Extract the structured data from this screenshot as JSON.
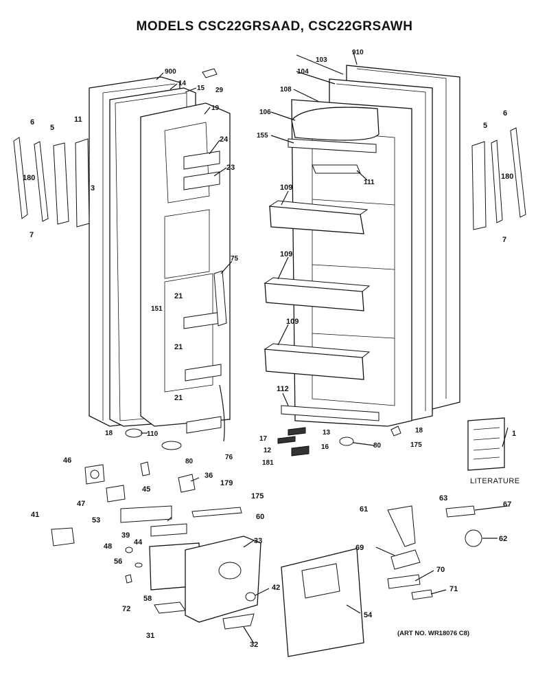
{
  "title": "MODELS CSC22GRSAAD, CSC22GRSAWH",
  "art_no": "(ART NO. WR18076 C8)",
  "literature_label": "LITERATURE",
  "callouts": {
    "c900": "900",
    "c14": "14",
    "c15": "15",
    "c29": "29",
    "c19": "19",
    "c11": "11",
    "c6l": "6",
    "c5l": "5",
    "c180l": "180",
    "c3": "3",
    "c7l": "7",
    "c24": "24",
    "c23": "23",
    "c75": "75",
    "c151": "151",
    "c21a": "21",
    "c21b": "21",
    "c21c": "21",
    "c18l": "18",
    "c110": "110",
    "c80l": "80",
    "c76": "76",
    "c910": "910",
    "c103": "103",
    "c104": "104",
    "c108": "108",
    "c106": "106",
    "c155": "155",
    "c111": "111",
    "c109a": "109",
    "c109b": "109",
    "c109c": "109",
    "c112": "112",
    "c18r": "18",
    "c13": "13",
    "c17": "17",
    "c16": "16",
    "c12": "12",
    "c181": "181",
    "c80r": "80",
    "c175r": "175",
    "c1": "1",
    "c6r": "6",
    "c5r": "5",
    "c180r": "180",
    "c7r": "7",
    "c46": "46",
    "c45": "45",
    "c36": "36",
    "c179": "179",
    "c175": "175",
    "c47": "47",
    "c41": "41",
    "c53": "53",
    "c60": "60",
    "c39": "39",
    "c44": "44",
    "c33": "33",
    "c48": "48",
    "c56": "56",
    "c72": "72",
    "c58": "58",
    "c31": "31",
    "c42": "42",
    "c32": "32",
    "c54": "54",
    "c61": "61",
    "c63": "63",
    "c67": "67",
    "c62": "62",
    "c69": "69",
    "c70": "70",
    "c71": "71"
  }
}
